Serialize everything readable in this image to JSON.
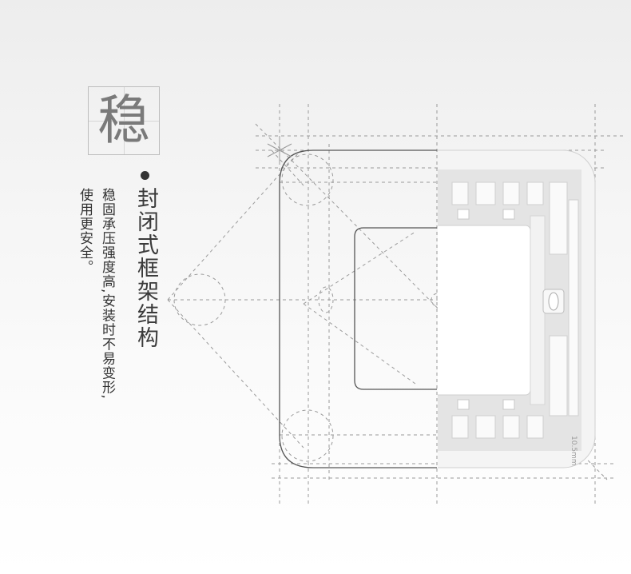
{
  "title_char": "稳",
  "heading": "封闭式框架结构",
  "description_lines": [
    "稳固承压强度高,安装时不易变形,",
    "使用更安全。"
  ],
  "product_marking": "10.5mm",
  "colors": {
    "line": "#9a9a9a",
    "outline": "#555555",
    "frame_fill": "#e9e9e9",
    "frame_edge": "#cfcfcf"
  }
}
